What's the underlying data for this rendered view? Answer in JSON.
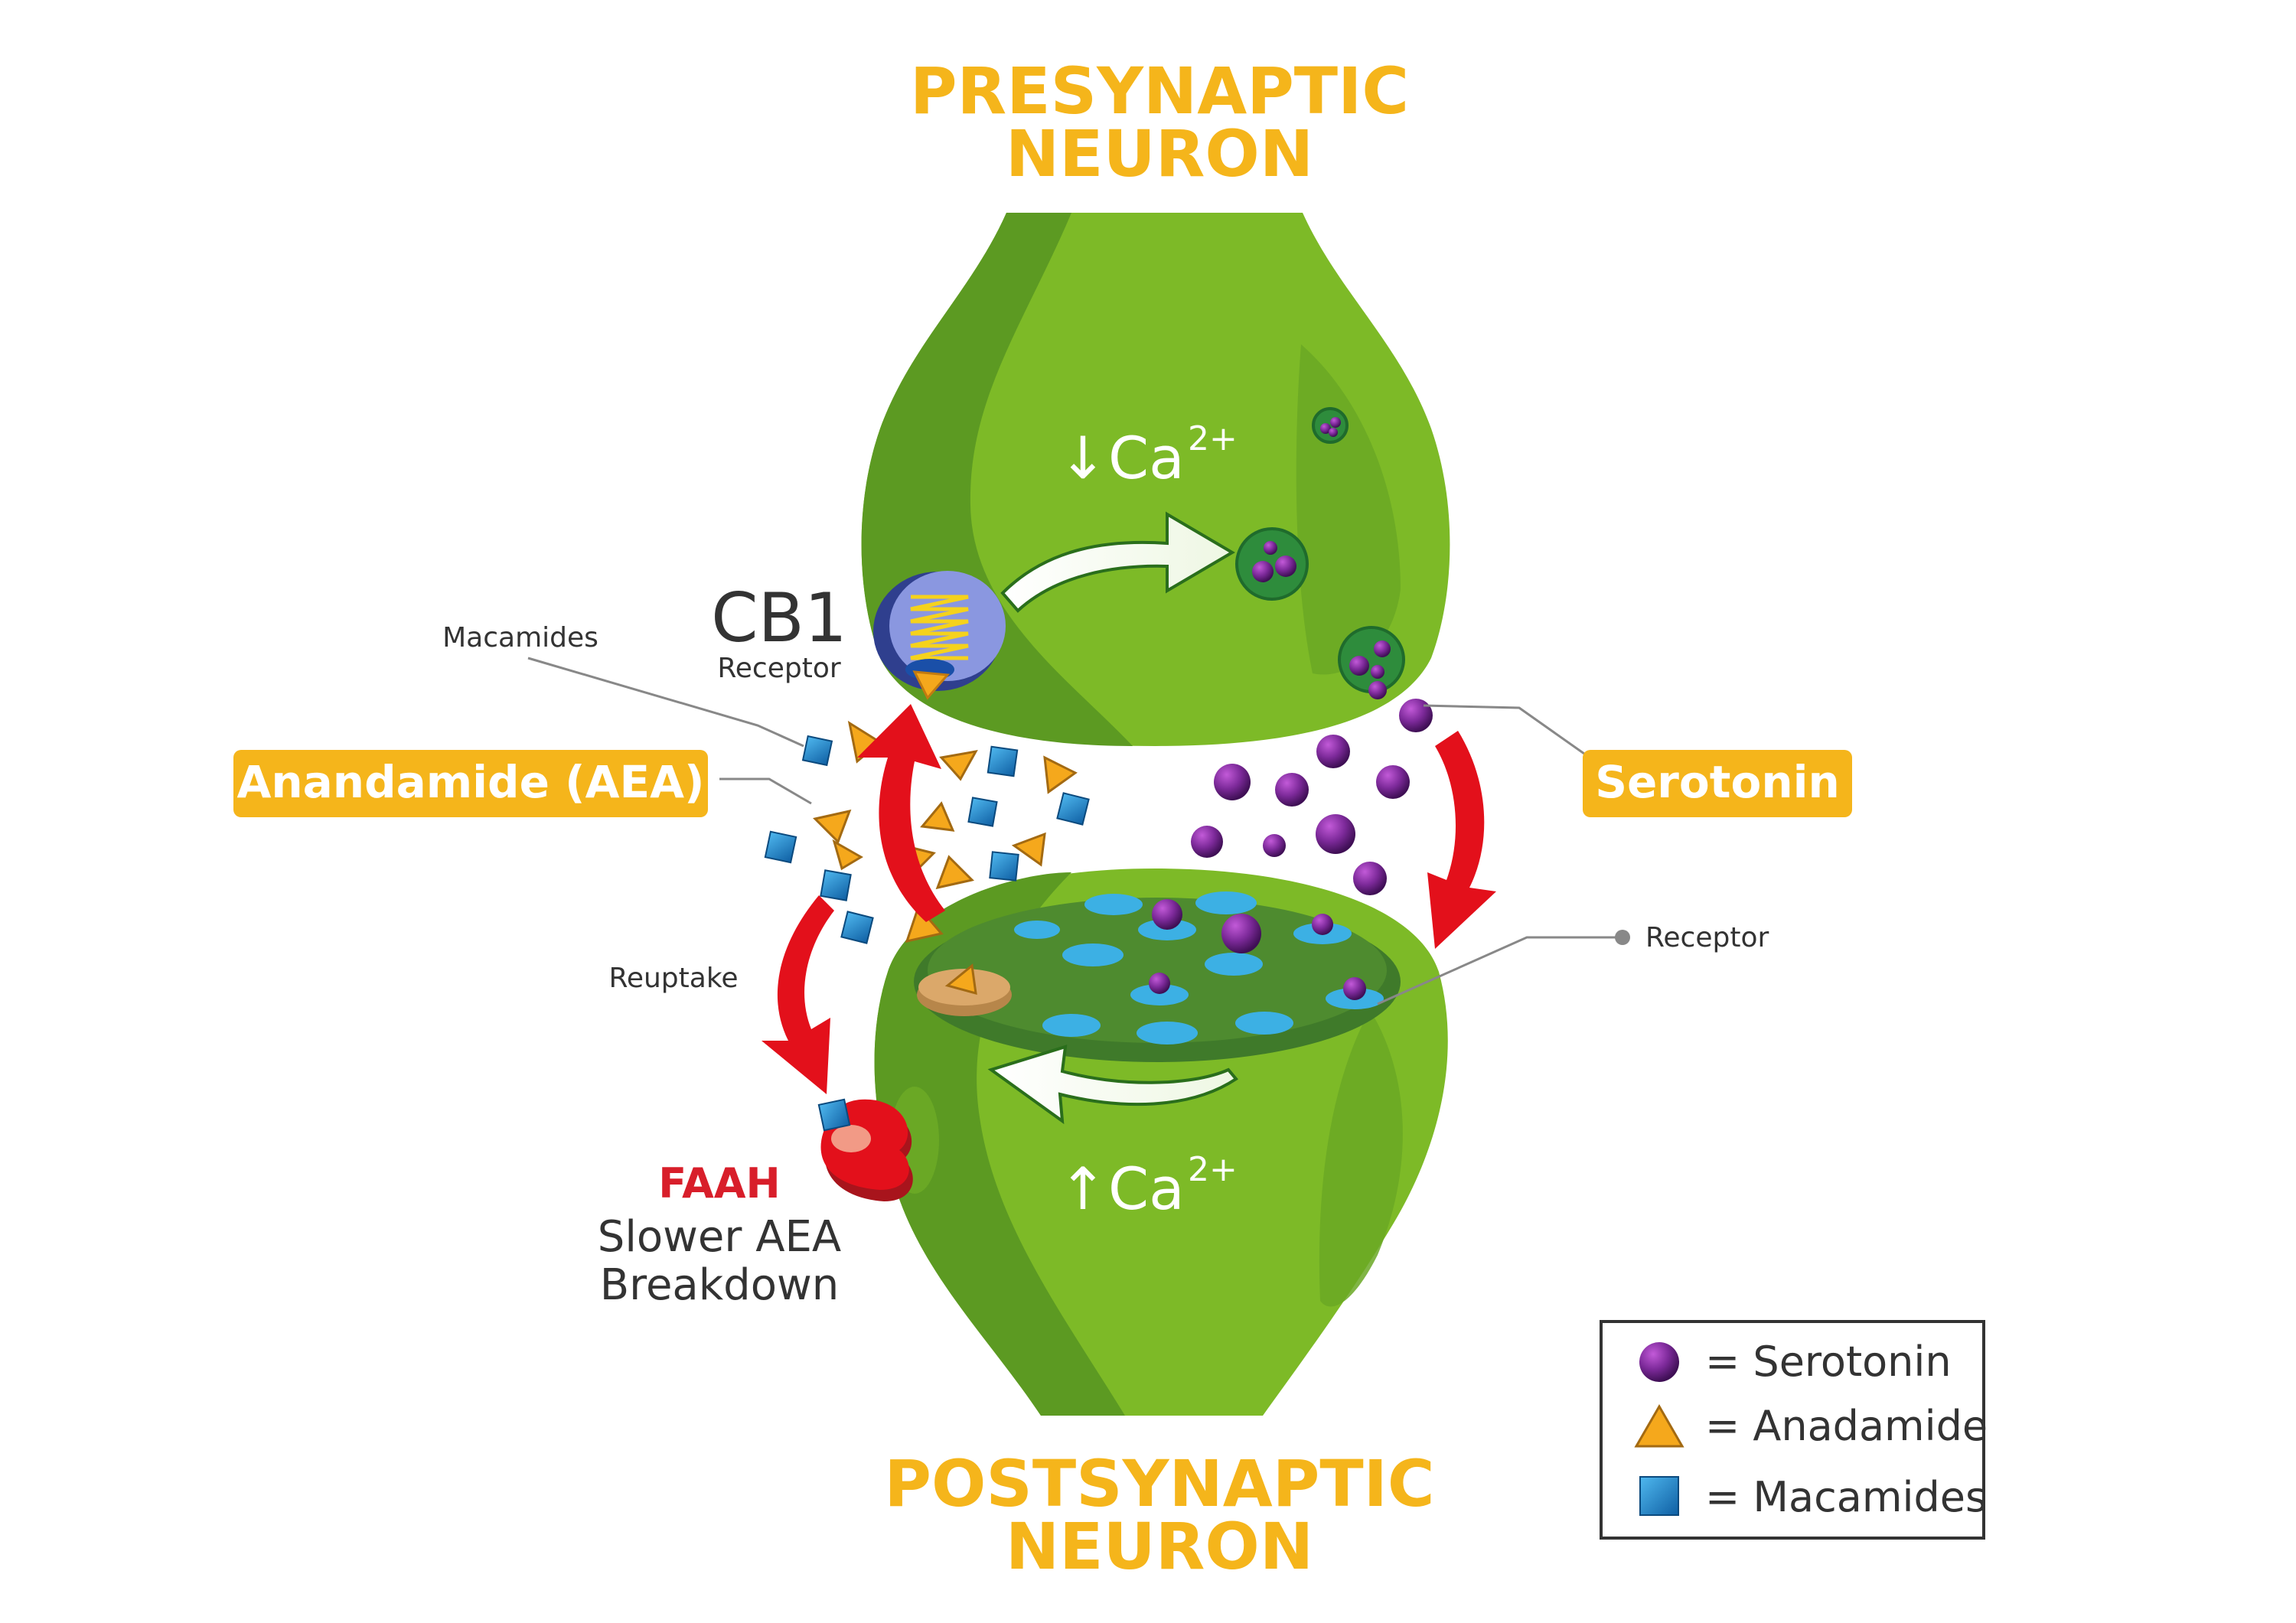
{
  "titles": {
    "presynaptic_line1": "PRESYNAPTIC",
    "presynaptic_line2": "NEURON",
    "postsynaptic_line1": "POSTSYNAPTIC",
    "postsynaptic_line2": "NEURON"
  },
  "labels": {
    "cb1": "CB1",
    "cb1_sub": "Receptor",
    "macamides": "Macamides",
    "anandamide": "Anandamide (AEA)",
    "serotonin": "Serotonin",
    "receptor": "Receptor",
    "reuptake": "Reuptake",
    "faah": "FAAH",
    "faah_desc_line1": "Slower AEA",
    "faah_desc_line2": "Breakdown",
    "ca_pre_arrow": "↓",
    "ca_post_arrow": "↑",
    "ca_base": "Ca",
    "ca_sup": "2+"
  },
  "legend": {
    "items": [
      {
        "icon": "serotonin-sphere-icon",
        "label": "= Serotonin"
      },
      {
        "icon": "anandamide-triangle-icon",
        "label": "= Anadamide"
      },
      {
        "icon": "macamide-square-icon",
        "label": "= Macamides"
      }
    ]
  },
  "colors": {
    "title": "#f5b51b",
    "neuron_green": "#7dba27",
    "neuron_dark": "#5c9a22",
    "arrow_red": "#e3101b",
    "serotonin": "#6b1f86",
    "anandamide": "#f5a81c",
    "macamide": "#1e88c8",
    "receptor_blue": "#3cb0e4",
    "faah_red": "#d81e2a"
  }
}
